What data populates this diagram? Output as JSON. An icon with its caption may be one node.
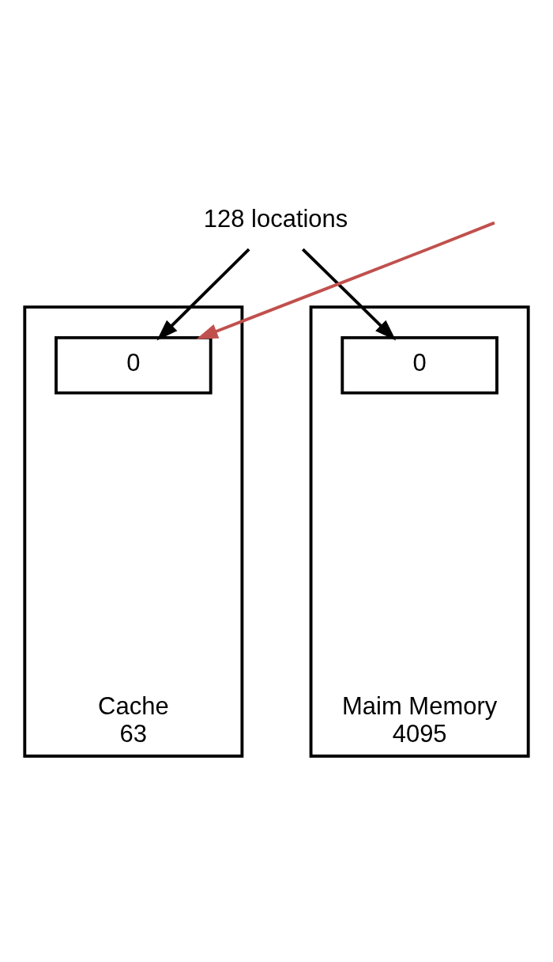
{
  "diagram": {
    "nodes": [
      {
        "text": [
          "128 locations"
        ]
      },
      {
        "text": [
          "Cache",
          "63"
        ]
      },
      {
        "text": [
          "0"
        ],
        "in": 1
      },
      {
        "text": [
          "Maim Memory",
          "4095"
        ]
      },
      {
        "text": [
          "0"
        ],
        "in": 3
      }
    ],
    "edges": [
      {
        "from": 0,
        "to": 2,
        "arrow": "to"
      },
      {
        "from": 0,
        "to": 4,
        "arrow": "to"
      },
      {
        "from": null,
        "to": 2,
        "arrow": "to",
        "color": "#c0504d"
      }
    ]
  }
}
